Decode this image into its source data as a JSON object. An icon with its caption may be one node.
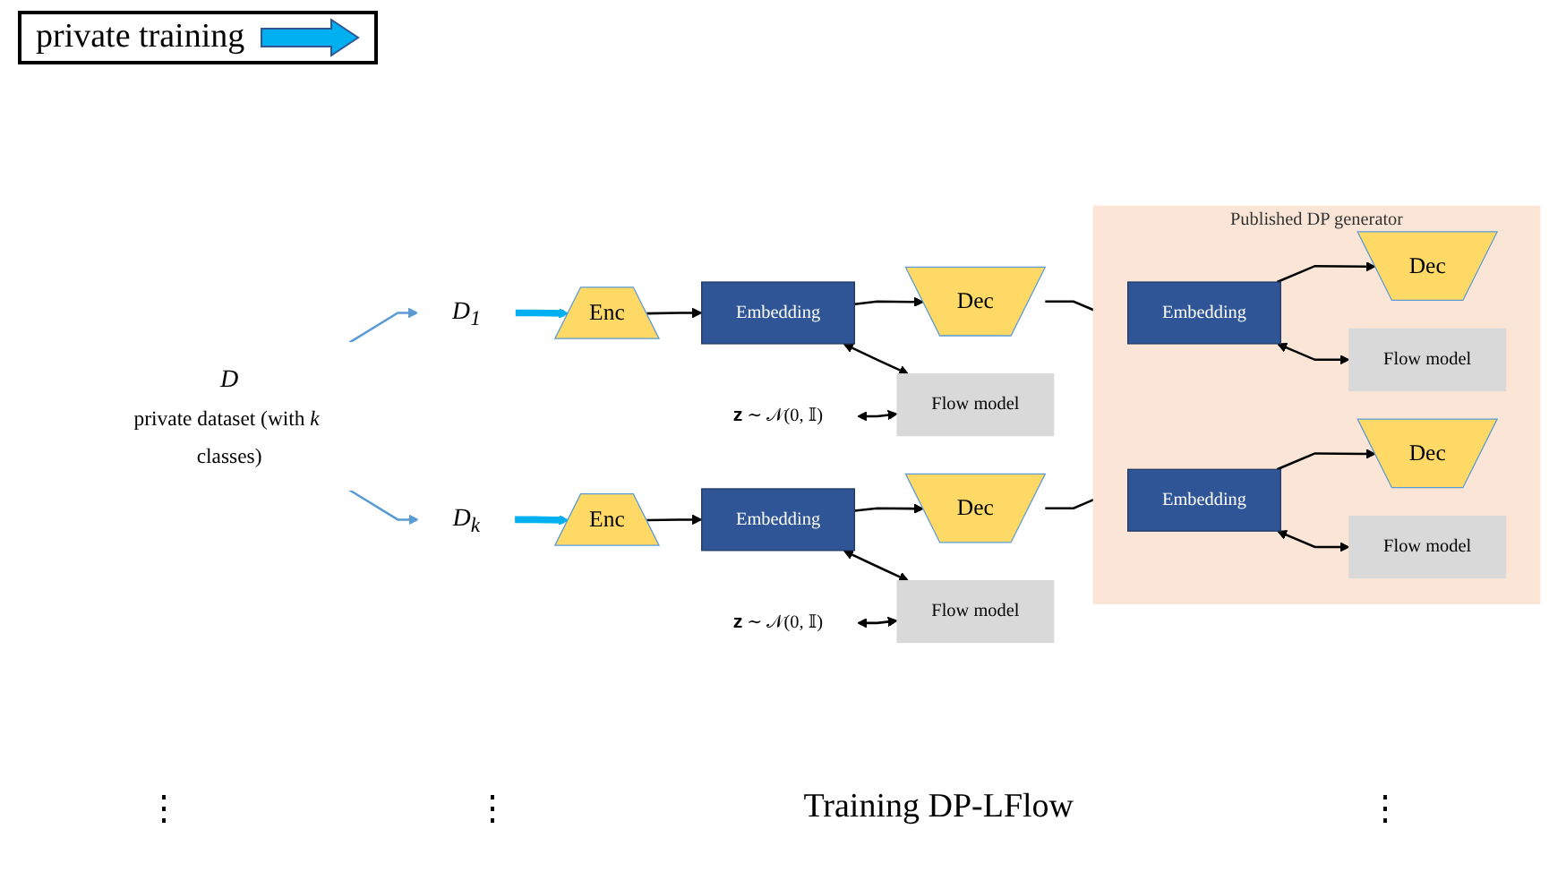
{
  "diagram": {
    "nodes": [
      {
        "text": [
          "D",
          "private dataset (with *k* classes)"
        ]
      },
      {
        "text": [
          "D$_{1}$"
        ]
      },
      {
        "text": [
          "Enc"
        ]
      },
      {
        "text": [
          "Embedding"
        ]
      },
      {
        "text": [
          "Dec"
        ]
      },
      {
        "text": [
          "𝐳 ∼ 𝒩(0, 𝕀)"
        ]
      },
      {
        "text": [
          "Flow model"
        ]
      },
      {
        "text": [
          "D$_{k}$"
        ]
      },
      {
        "text": [
          "Enc"
        ]
      },
      {
        "text": [
          "Embedding"
        ]
      },
      {
        "text": [
          "Dec"
        ]
      },
      {
        "text": [
          "𝐳 ∼ 𝒩(0, 𝕀)"
        ]
      },
      {
        "text": [
          "Flow model"
        ]
      },
      {
        "text": [
          "Published DP generator"
        ]
      },
      {
        "text": [
          "Embedding"
        ],
        "in": 13
      },
      {
        "text": [
          "Dec"
        ],
        "in": 13
      },
      {
        "text": [
          "Flow model"
        ],
        "in": 13
      },
      {
        "text": [
          "Embedding"
        ],
        "in": 13
      },
      {
        "text": [
          "Dec"
        ],
        "in": 13
      },
      {
        "text": [
          "Flow model"
        ],
        "in": 13
      }
    ],
    "edges": [
      {
        "from": 0,
        "to": 1,
        "arrow": "to",
        "color": "#5b9bd5"
      },
      {
        "from": 0,
        "to": 7,
        "arrow": "to",
        "color": "#5b9bd5"
      },
      {
        "from": 1,
        "to": 2,
        "arrow": "to",
        "style": "thick",
        "color": "#00b0f0"
      },
      {
        "from": 2,
        "to": 3,
        "arrow": "to"
      },
      {
        "from": 3,
        "to": 4,
        "arrow": "to"
      },
      {
        "from": 3,
        "to": 6,
        "arrow": "both"
      },
      {
        "from": 5,
        "to": 6,
        "arrow": "both"
      },
      {
        "from": 7,
        "to": 8,
        "arrow": "to",
        "style": "thick",
        "color": "#00b0f0"
      },
      {
        "from": 8,
        "to": 9,
        "arrow": "to"
      },
      {
        "from": 9,
        "to": 10,
        "arrow": "to"
      },
      {
        "from": 9,
        "to": 12,
        "arrow": "both"
      },
      {
        "from": 11,
        "to": 12,
        "arrow": "both"
      },
      {
        "from": 4,
        "to": 13,
        "arrow": "none"
      },
      {
        "from": 10,
        "to": 13,
        "arrow": "none"
      },
      {
        "from": 14,
        "to": 15,
        "arrow": "to"
      },
      {
        "from": 14,
        "to": 16,
        "arrow": "both"
      },
      {
        "from": 17,
        "to": 18,
        "arrow": "to"
      },
      {
        "from": 17,
        "to": 19,
        "arrow": "both"
      }
    ],
    "labels": [
      "⋮",
      "⋮",
      "Training DP-LFlow",
      "⋮"
    ],
    "legend": [
      {
        "text": "private training"
      }
    ]
  }
}
